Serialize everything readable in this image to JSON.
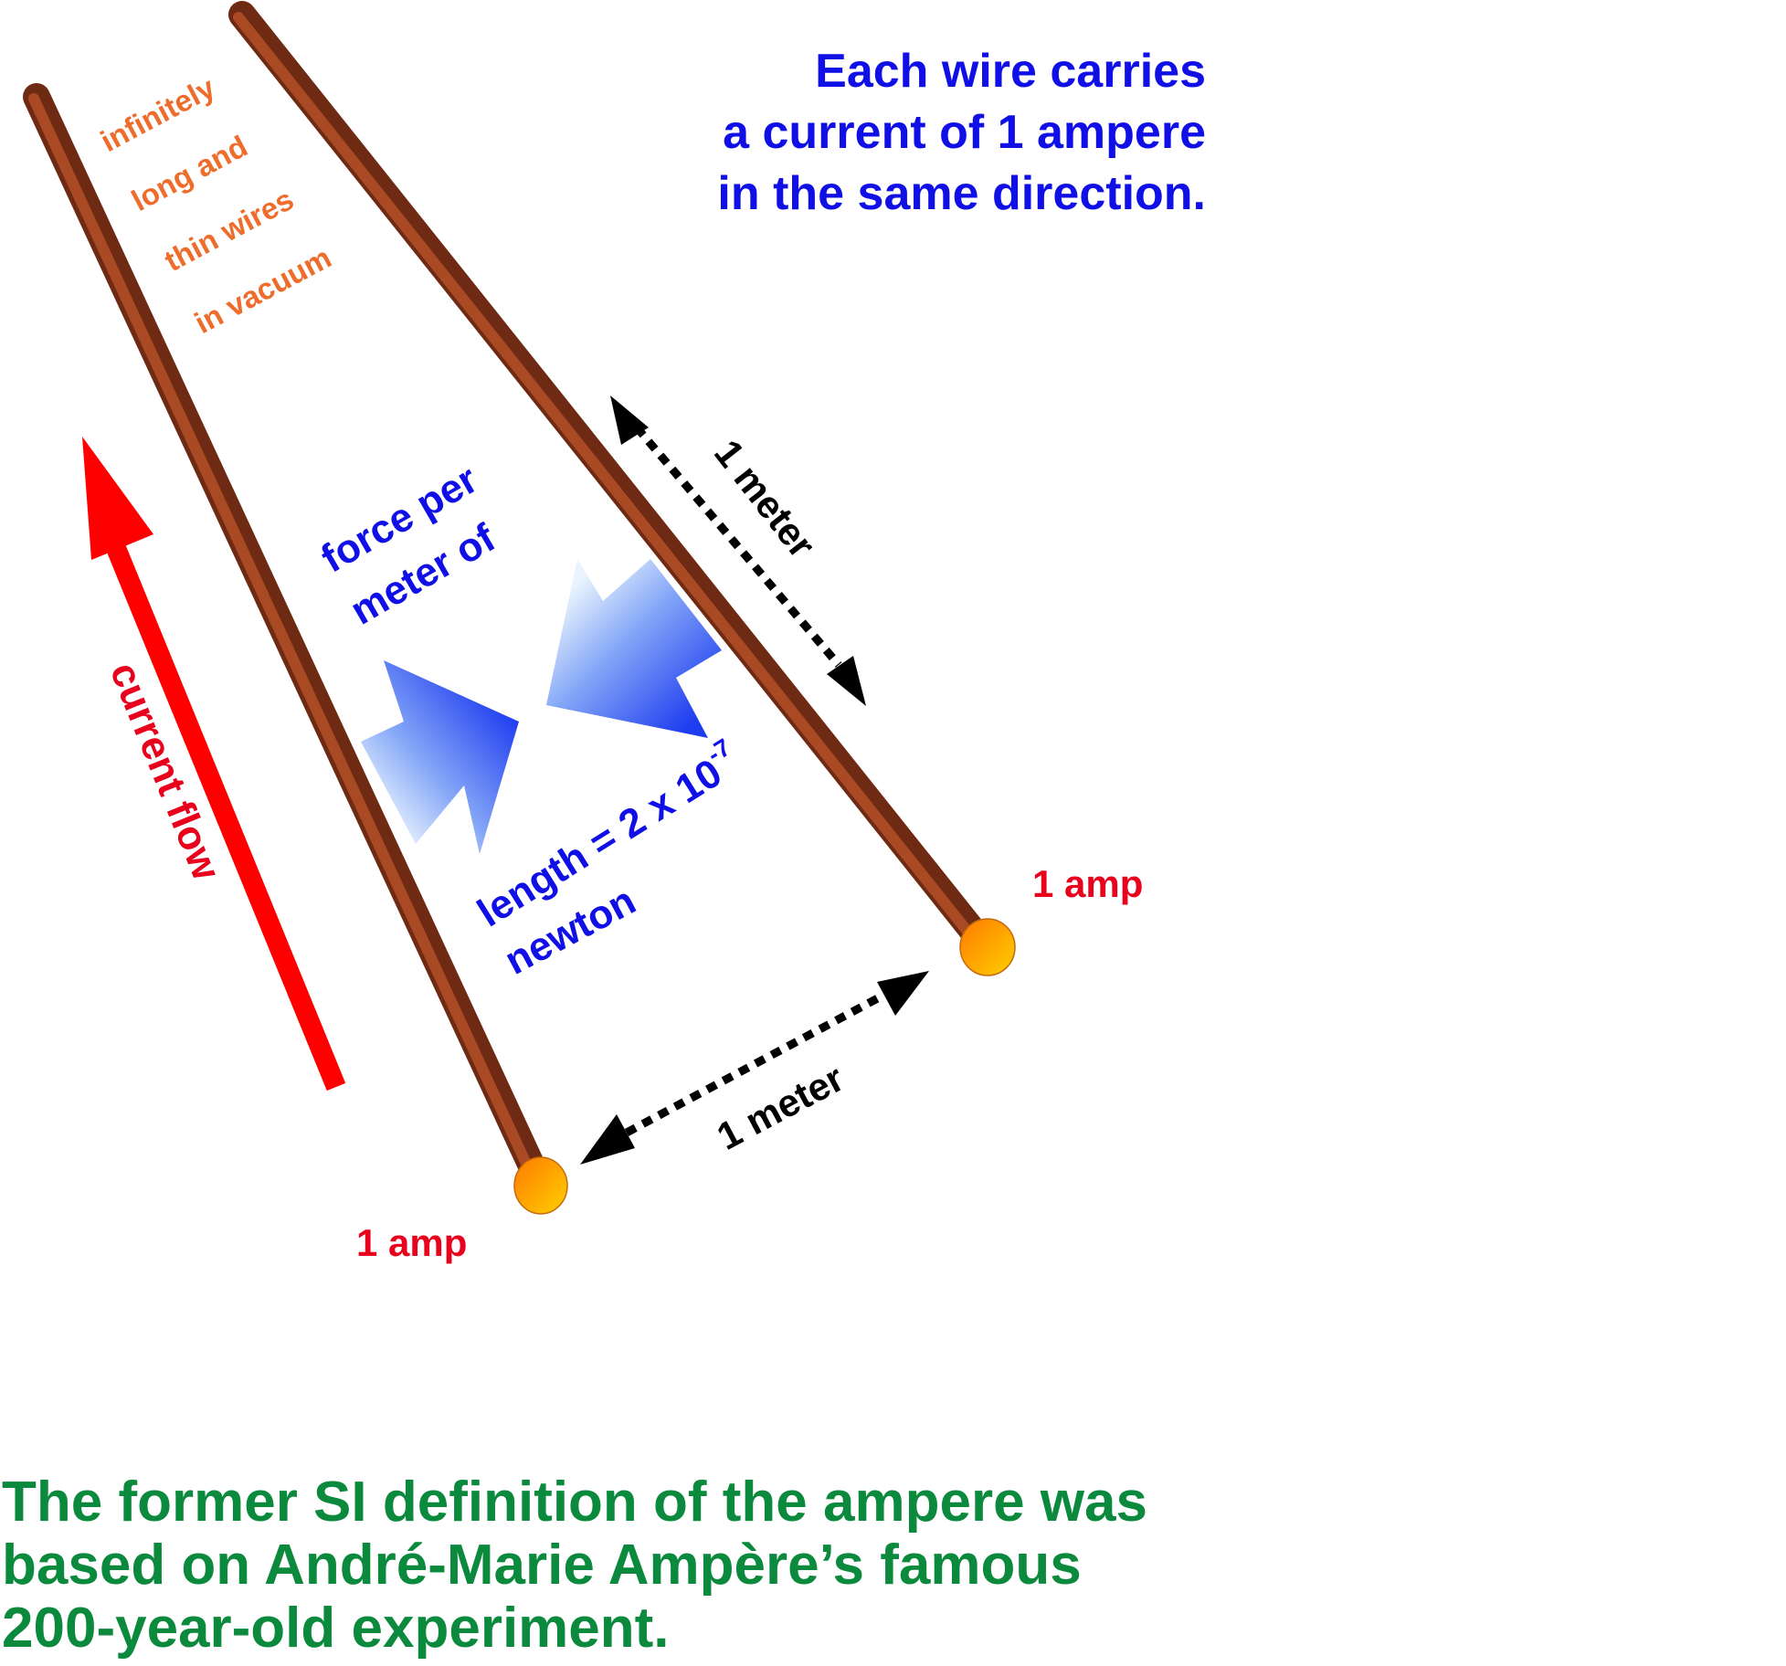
{
  "texts": {
    "wire_note_lines": [
      "infinitely",
      "long and",
      "thin wires",
      "in vacuum"
    ],
    "current_note_lines": [
      "Each wire carries",
      "a current of 1 ampere",
      "in the same direction."
    ],
    "current_flow": "current flow",
    "force_lines": [
      "force per",
      "meter of"
    ],
    "length_prefix": "length = 2 x 10",
    "length_exponent": "-7",
    "newton": "newton",
    "meter_top": "1 meter",
    "meter_bottom": "1 meter",
    "amp_right": "1 amp",
    "amp_left": "1 amp",
    "caption_lines": [
      "The former SI definition of the ampere was",
      "based on André-Marie Ampère’s famous",
      "200-year-old experiment."
    ]
  },
  "colors": {
    "wire": "#8b3a1c",
    "wire_highlight": "#b8532a",
    "wire_end": "#f5a623",
    "orange_text": "#ee6d2c",
    "blue_text": "#1010e6",
    "red": "#ff0000",
    "red_text": "#e8001c",
    "green": "#0b8a3e",
    "black": "#000000"
  },
  "icons": {
    "force_arrows": "force-arrow-icon",
    "current_arrow": "arrow-up-icon",
    "dimension_arrows": "double-arrow-icon"
  }
}
